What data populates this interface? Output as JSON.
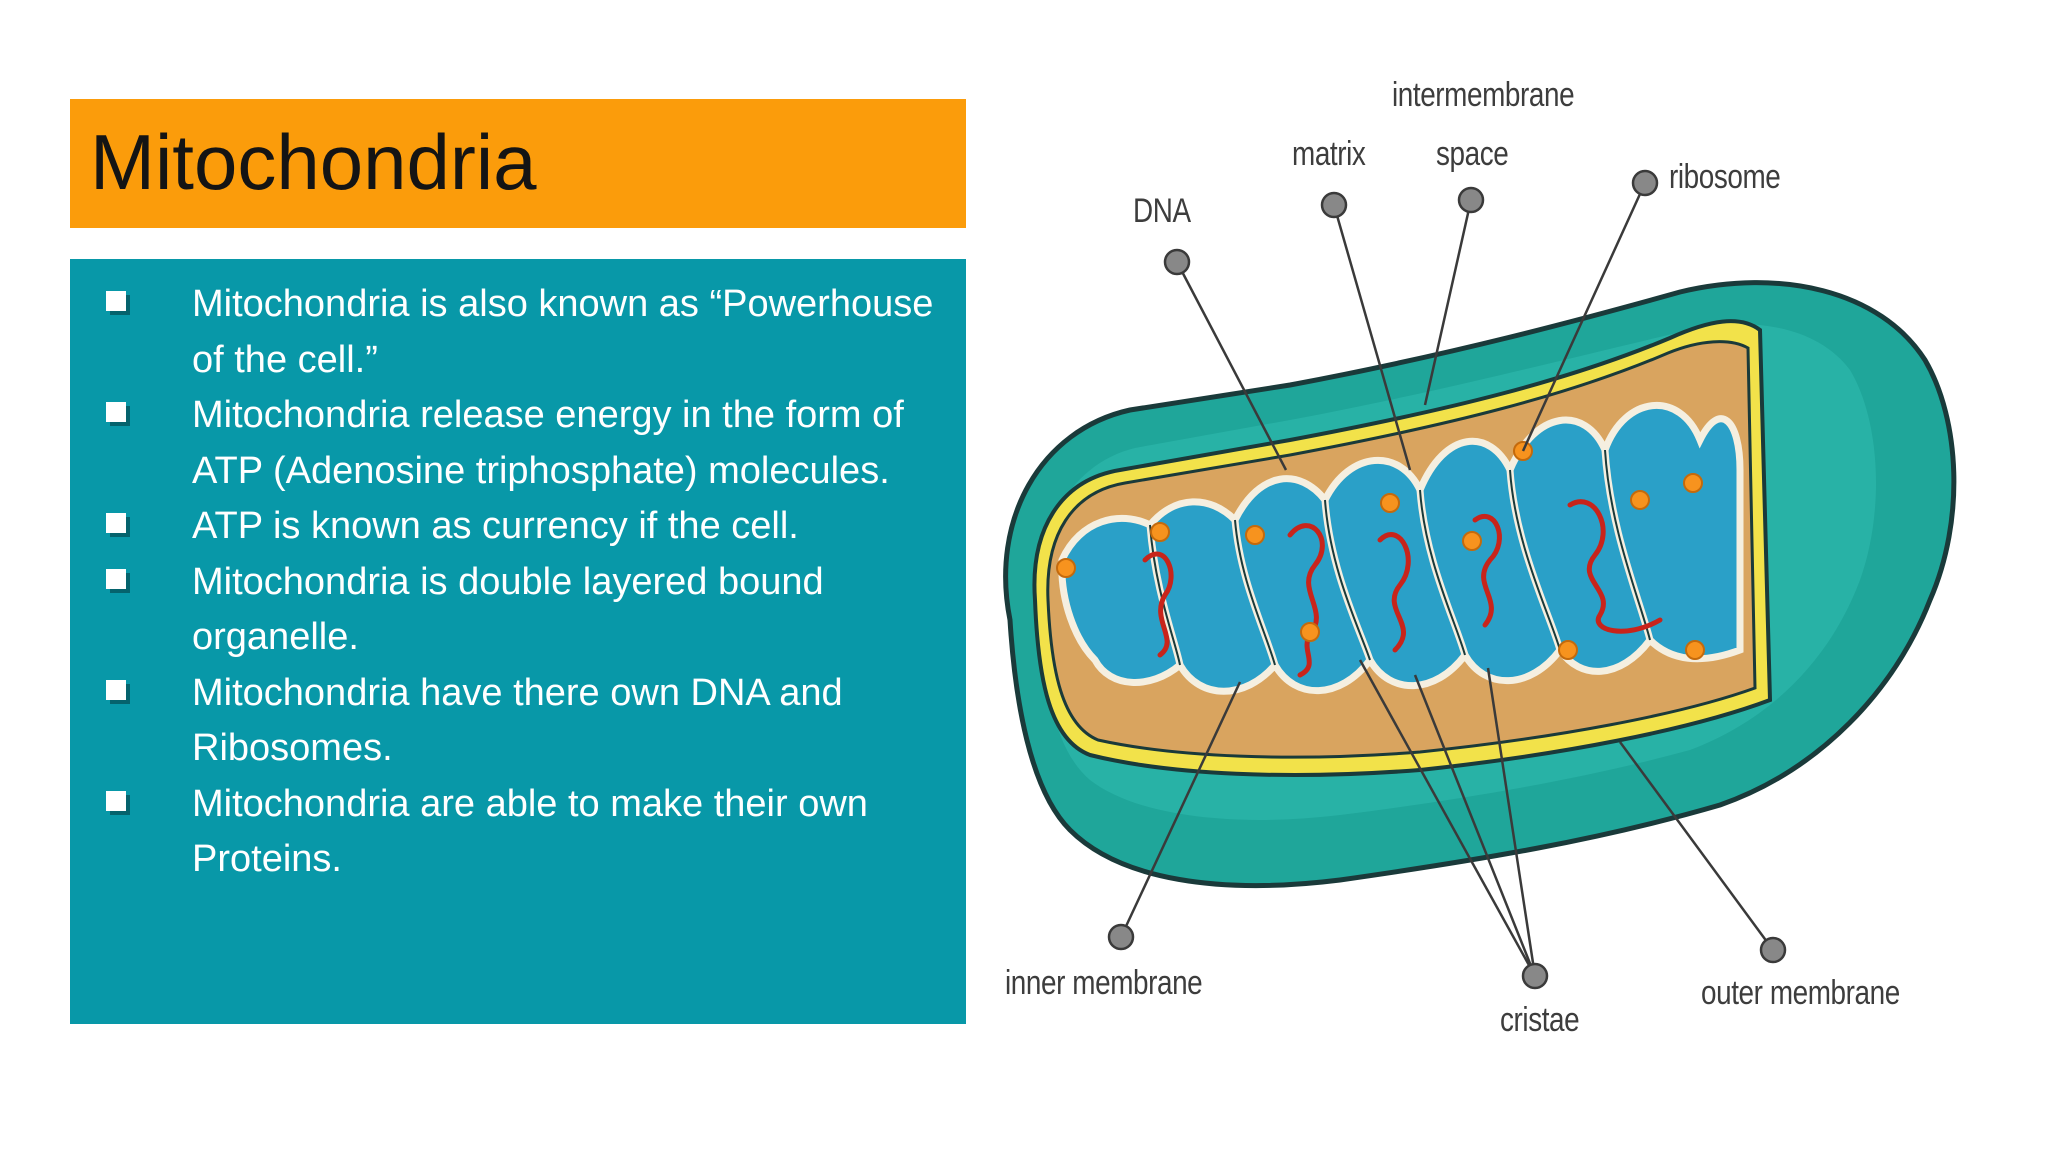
{
  "slide": {
    "title": "Mitochondria",
    "bullets": [
      "Mitochondria is also known as “Powerhouse of the cell.”",
      "Mitochondria release energy in the form of ATP (Adenosine triphosphate) molecules.",
      "ATP is known as currency if the cell.",
      "Mitochondria is double layered bound organelle.",
      "Mitochondria have there own DNA and Ribosomes.",
      "Mitochondria are able to make their own Proteins."
    ]
  },
  "diagram": {
    "labels": {
      "intermembrane_1": "intermembrane",
      "intermembrane_2": "space",
      "matrix": "matrix",
      "ribosome": "ribosome",
      "dna": "DNA",
      "inner_membrane": "inner membrane",
      "cristae": "cristae",
      "outer_membrane": "outer membrane"
    }
  },
  "colors": {
    "title_bar": "#fb9c0b",
    "content_box": "#0898a8",
    "outer_membrane": "#1ea89b",
    "intermembrane": "#d9a45f",
    "matrix": "#2aa0c8",
    "dna": "#c8241b",
    "ribosome": "#f7931e"
  }
}
